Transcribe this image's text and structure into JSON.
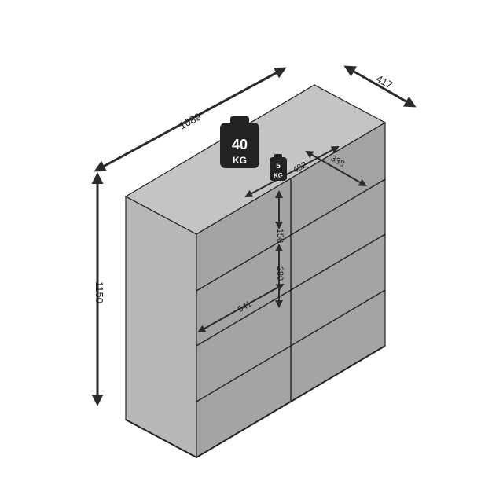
{
  "dimensions": {
    "width": "1089",
    "depth": "417",
    "height": "1150",
    "drawer_width": "541",
    "inner_width": "482",
    "inner_depth": "338",
    "top_drawer_height": "150",
    "drawer_height": "280"
  },
  "weights": {
    "top_load_number": "40",
    "top_load_unit": "KG",
    "drawer_load_number": "5",
    "drawer_load_unit": "KG"
  },
  "colors": {
    "front": "#a4a4a4",
    "side": "#b8b8b8",
    "top": "#c4c4c4",
    "edge": "#222222",
    "arrow": "#2a2a2a",
    "weight": "#222222"
  }
}
